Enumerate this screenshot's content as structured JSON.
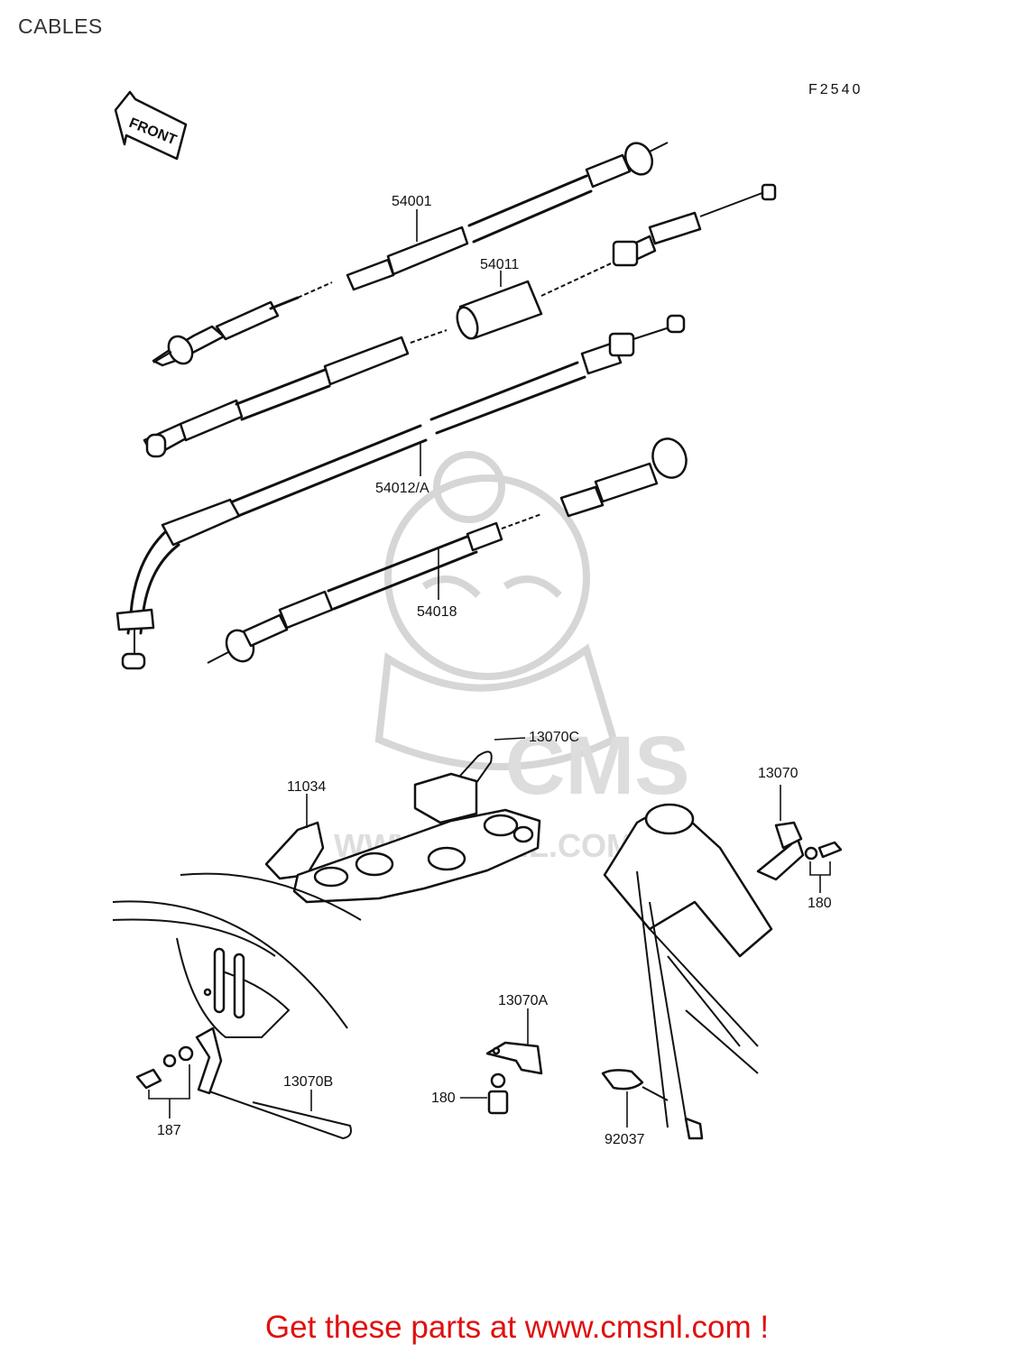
{
  "page": {
    "title": "CABLES"
  },
  "figure": {
    "code": "F2540",
    "front_arrow": "FRONT",
    "callouts": [
      {
        "id": "c54001",
        "text": "54001"
      },
      {
        "id": "c54011",
        "text": "54011"
      },
      {
        "id": "c54012",
        "text": "54012/A"
      },
      {
        "id": "c54018",
        "text": "54018"
      },
      {
        "id": "c13070c",
        "text": "13070C"
      },
      {
        "id": "c11034",
        "text": "11034"
      },
      {
        "id": "c13070",
        "text": "13070"
      },
      {
        "id": "c180a",
        "text": "180"
      },
      {
        "id": "c13070a",
        "text": "13070A"
      },
      {
        "id": "c180b",
        "text": "180"
      },
      {
        "id": "c13070b",
        "text": "13070B"
      },
      {
        "id": "c187",
        "text": "187"
      },
      {
        "id": "c92037",
        "text": "92037"
      }
    ],
    "watermark": {
      "brand": "CMS",
      "url": "WWW.CMSNL.COM"
    }
  },
  "footer": {
    "promo": "Get these parts at www.cmsnl.com !",
    "promo_color": "#e01010"
  }
}
